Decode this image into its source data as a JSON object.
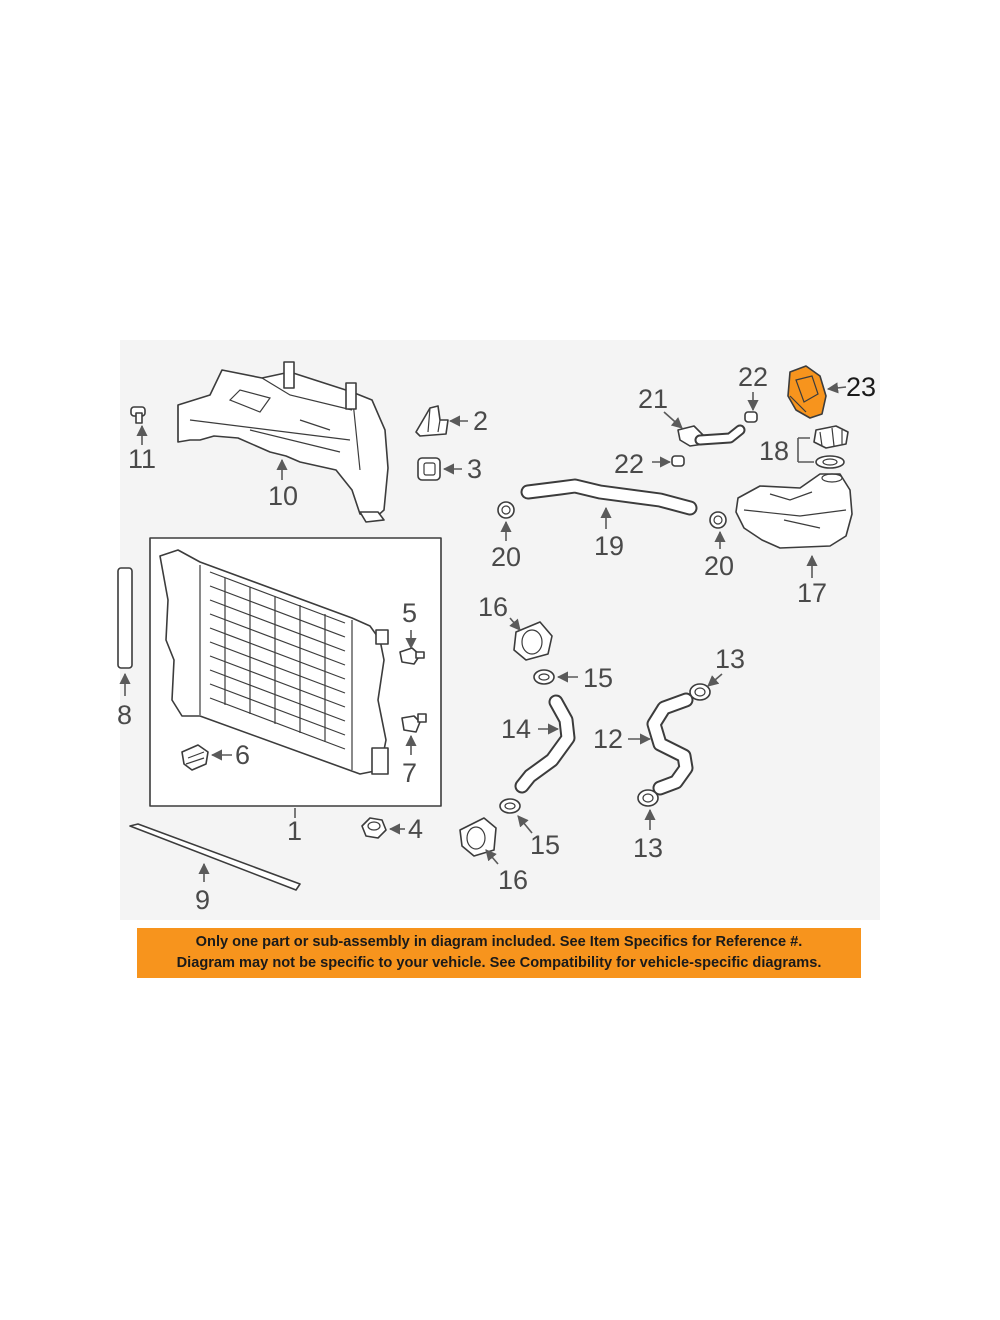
{
  "callouts": {
    "c1": "1",
    "c2": "2",
    "c3": "3",
    "c4": "4",
    "c5": "5",
    "c6": "6",
    "c7": "7",
    "c8": "8",
    "c9": "9",
    "c10": "10",
    "c11": "11",
    "c12": "12",
    "c13a": "13",
    "c13b": "13",
    "c14": "14",
    "c15a": "15",
    "c15b": "15",
    "c16a": "16",
    "c16b": "16",
    "c17": "17",
    "c18": "18",
    "c19": "19",
    "c20a": "20",
    "c20b": "20",
    "c21": "21",
    "c22a": "22",
    "c22b": "22",
    "c23": "23"
  },
  "notice": {
    "line1": "Only one part or sub-assembly in diagram included. See Item Specifics for Reference #.",
    "line2": "Diagram may not be specific to your vehicle. See Compatibility for vehicle-specific diagrams."
  },
  "colors": {
    "highlight": "#f7941d",
    "panel_background": "#f4f4f4",
    "line_art": "#3c3c3c"
  }
}
